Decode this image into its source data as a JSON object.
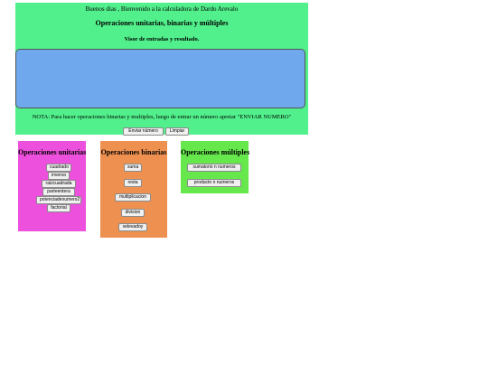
{
  "header": {
    "greeting": "Buenos dias , Bienvenido a la calculadora de Dardo Arevalo",
    "title": "Operaciones unitarias, binarias y múltiples",
    "subtitle": "Visor de entradas y resultado.",
    "display_value": "",
    "note": "NOTA: Para hacer operaciones binarias y multiples, luego de entrar un número apretar \"ENVIAR NUMERO\""
  },
  "actions": {
    "send": "Enviar número",
    "clear": "Limpiar"
  },
  "unitarias": {
    "title": "Operaciones unitarias",
    "buttons": [
      "cuadrado",
      "inverso",
      "raizcuadrada",
      "parteentera",
      "potenciadenumero2",
      "factorial"
    ]
  },
  "binarias": {
    "title": "Operaciones binarias",
    "buttons": [
      "suma",
      "resta",
      "multiplicacion",
      "division",
      "xelevadoy"
    ]
  },
  "multiples": {
    "title": "Operaciones múltiples",
    "buttons": [
      "sumatorio n numeros",
      "producto n numeros"
    ]
  },
  "colors": {
    "header_bg": "#52f08c",
    "display_bg": "#6fa8ec",
    "unitarias_bg": "#ec50dc",
    "binarias_bg": "#ee9150",
    "multiples_bg": "#66e84d"
  }
}
